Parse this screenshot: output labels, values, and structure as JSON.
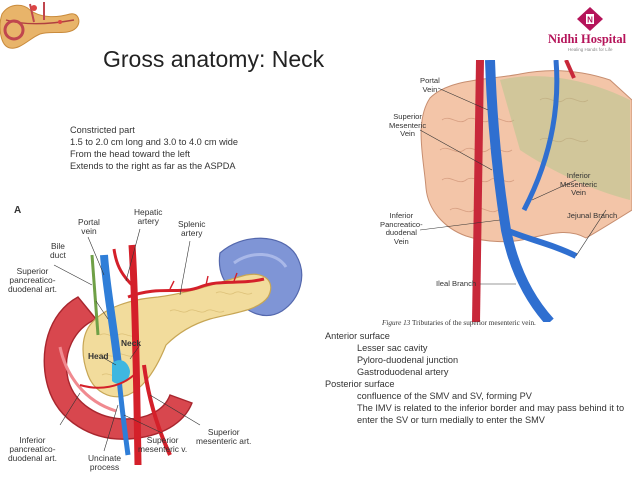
{
  "slide": {
    "title": "Gross anatomy: Neck",
    "intro": [
      "Constricted part",
      "1.5 to 2.0 cm long and 3.0 to 4.0 cm wide",
      "From the head toward the left",
      "Extends to the right as far as the ASPDA"
    ],
    "surfaces": {
      "anterior_heading": "Anterior surface",
      "anterior_items": [
        "Lesser sac cavity",
        "Pyloro-duodenal junction",
        "Gastroduodenal artery"
      ],
      "posterior_heading": "Posterior surface",
      "posterior_items": [
        "confluence of the SMV and SV, forming PV",
        "The IMV is related to the inferior border and may pass behind it to enter the SV or turn medially to enter the SMV"
      ]
    }
  },
  "logo": {
    "name": "Nidhi Hospital",
    "tagline": "Healing Hands for Life"
  },
  "figure_a": {
    "letter": "A",
    "labels": {
      "portal_vein": "Portal\nvein",
      "hepatic_artery": "Hepatic\nartery",
      "splenic_artery": "Splenic\nartery",
      "bile_duct": "Bile\nduct",
      "superior_pd_art": "Superior\npancreatico-\nduodenal art.",
      "neck": "Neck",
      "head": "Head",
      "inferior_pd_art": "Inferior\npancreatico-\nduodenal art.",
      "uncinate": "Uncinate\nprocess",
      "sup_mes_v": "Superior\nmesenteric v.",
      "sup_mes_art": "Superior\nmesenteric art."
    }
  },
  "figure_b": {
    "labels": {
      "portal_vein": "Portal\nVein",
      "sup_mes_vein": "Superior\nMesenteric\nVein",
      "inf_mes_vein": "Inferior\nMesenteric\nVein",
      "inf_pd_vein": "Inferior\nPancreatico-\nduodenal\nVein",
      "jejunal": "Jejunal Branch",
      "ileal": "Ileal Branch"
    },
    "caption_num": "Figure 13",
    "caption_text": "Tributaries of the superior mesenteric vein."
  },
  "colors": {
    "pancreas": "#f2dc9c",
    "artery": "#d4202a",
    "vein": "#2f7ed8",
    "duodenum": "#d8474e",
    "spleen": "#7f95d6",
    "logo": "#b5145a"
  }
}
